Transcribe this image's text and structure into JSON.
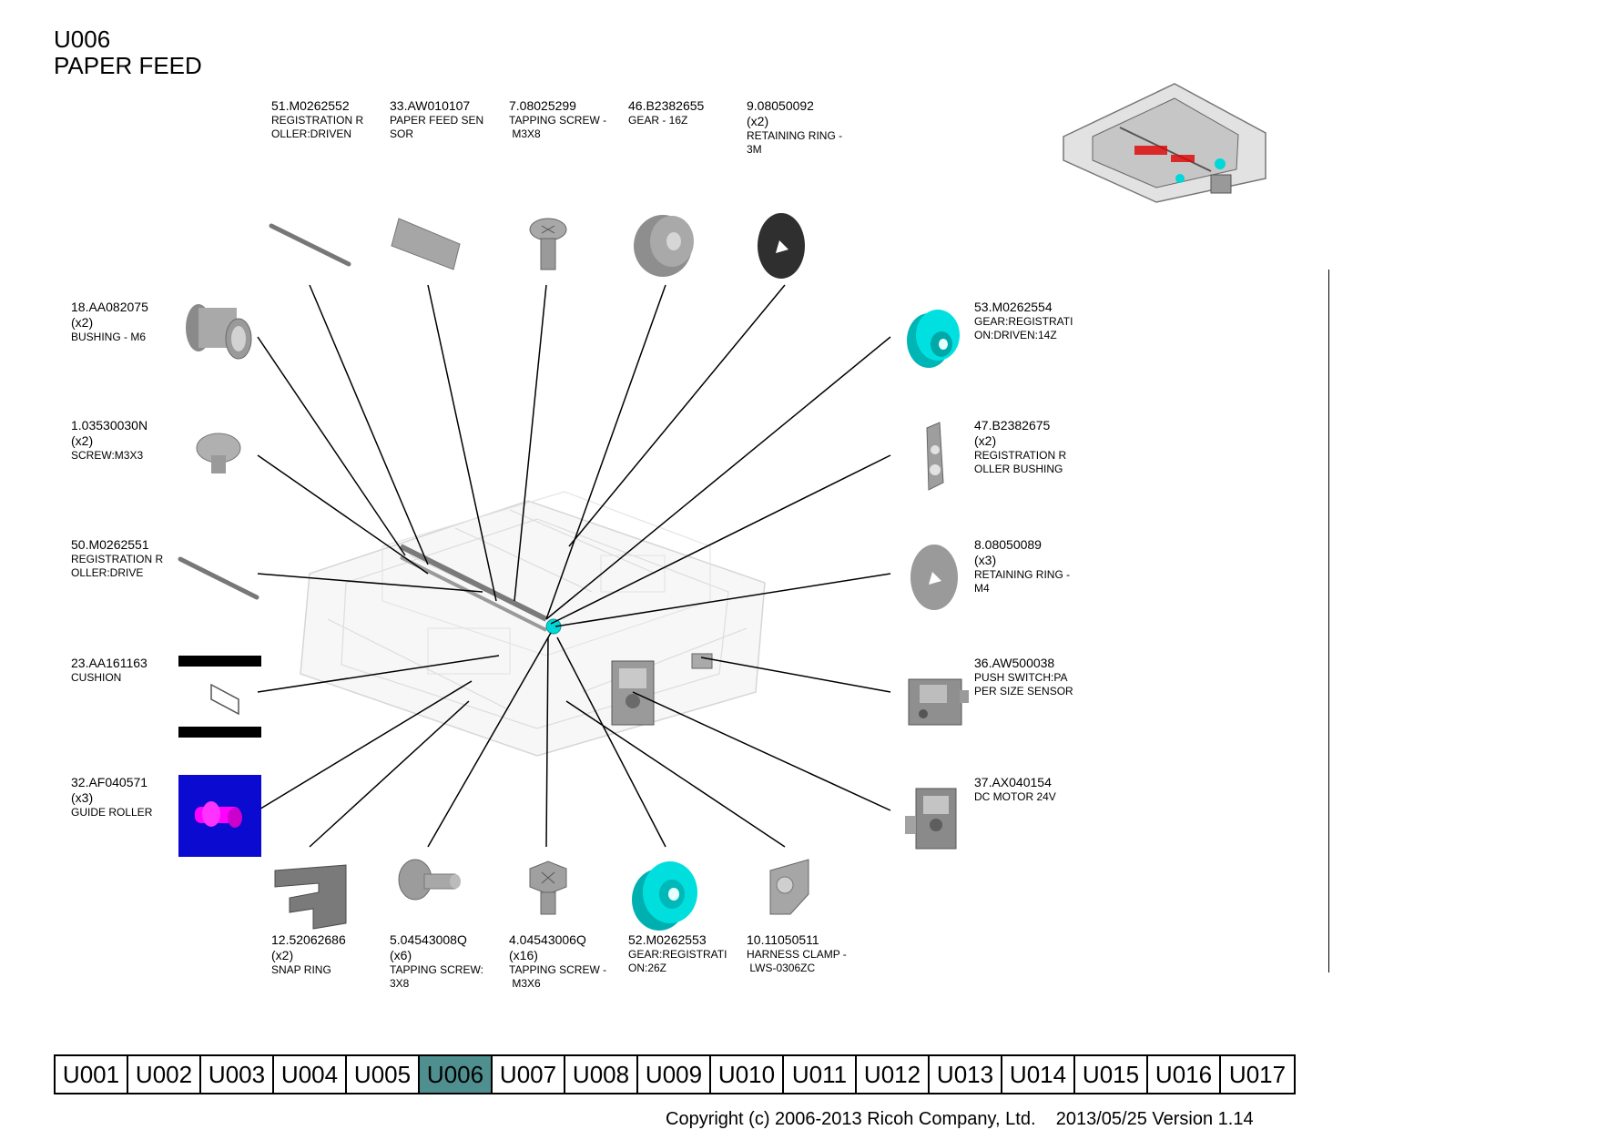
{
  "header": {
    "code": "U006",
    "title": "PAPER FEED"
  },
  "parts": [
    {
      "id": "p51",
      "number": "51.M0262552",
      "qty": "",
      "desc": [
        "REGISTRATION R",
        "OLLER:DRIVEN"
      ]
    },
    {
      "id": "p33",
      "number": "33.AW010107",
      "qty": "",
      "desc": [
        "PAPER FEED SEN",
        "SOR"
      ]
    },
    {
      "id": "p7",
      "number": "7.08025299",
      "qty": "",
      "desc": [
        "TAPPING SCREW -",
        " M3X8"
      ]
    },
    {
      "id": "p46",
      "number": "46.B2382655",
      "qty": "",
      "desc": [
        "GEAR - 16Z"
      ]
    },
    {
      "id": "p9",
      "number": "9.08050092",
      "qty": "(x2)",
      "desc": [
        "RETAINING RING -",
        "3M"
      ]
    },
    {
      "id": "p18",
      "number": "18.AA082075",
      "qty": "(x2)",
      "desc": [
        "BUSHING - M6"
      ]
    },
    {
      "id": "p1",
      "number": "1.03530030N",
      "qty": "(x2)",
      "desc": [
        "SCREW:M3X3"
      ]
    },
    {
      "id": "p50",
      "number": "50.M0262551",
      "qty": "",
      "desc": [
        "REGISTRATION R",
        "OLLER:DRIVE"
      ]
    },
    {
      "id": "p23",
      "number": "23.AA161163",
      "qty": "",
      "desc": [
        "CUSHION"
      ]
    },
    {
      "id": "p32",
      "number": "32.AF040571",
      "qty": "(x3)",
      "desc": [
        "GUIDE ROLLER"
      ]
    },
    {
      "id": "p53",
      "number": "53.M0262554",
      "qty": "",
      "desc": [
        "GEAR:REGISTRATI",
        "ON:DRIVEN:14Z"
      ]
    },
    {
      "id": "p47",
      "number": "47.B2382675",
      "qty": "(x2)",
      "desc": [
        "REGISTRATION R",
        "OLLER BUSHING"
      ]
    },
    {
      "id": "p8",
      "number": "8.08050089",
      "qty": "(x3)",
      "desc": [
        "RETAINING RING -",
        "M4"
      ]
    },
    {
      "id": "p36",
      "number": "36.AW500038",
      "qty": "",
      "desc": [
        "PUSH SWITCH:PA",
        "PER SIZE SENSOR"
      ]
    },
    {
      "id": "p37",
      "number": "37.AX040154",
      "qty": "",
      "desc": [
        "DC MOTOR 24V"
      ]
    },
    {
      "id": "p12",
      "number": "12.52062686",
      "qty": "(x2)",
      "desc": [
        "SNAP RING"
      ]
    },
    {
      "id": "p5",
      "number": "5.04543008Q",
      "qty": "(x6)",
      "desc": [
        "TAPPING SCREW:",
        "3X8"
      ]
    },
    {
      "id": "p4",
      "number": "4.04543006Q",
      "qty": "(x16)",
      "desc": [
        "TAPPING SCREW -",
        " M3X6"
      ]
    },
    {
      "id": "p52",
      "number": "52.M0262553",
      "qty": "",
      "desc": [
        "GEAR:REGISTRATI",
        "ON:26Z"
      ]
    },
    {
      "id": "p10",
      "number": "10.11050511",
      "qty": "",
      "desc": [
        "HARNESS CLAMP -",
        " LWS-0306ZC"
      ]
    }
  ],
  "nav": {
    "active": "U006",
    "tabs": [
      "U001",
      "U002",
      "U003",
      "U004",
      "U005",
      "U006",
      "U007",
      "U008",
      "U009",
      "U010",
      "U011",
      "U012",
      "U013",
      "U014",
      "U015",
      "U016",
      "U017"
    ]
  },
  "footer": {
    "copyright": "Copyright (c) 2006-2013 Ricoh Company, Ltd.    2013/05/25 Version 1.14"
  },
  "colors": {
    "accent_cyan": "#00d8d8",
    "active_tab": "#4f8f8f",
    "guide_roller_bg": "#0a0ad0",
    "guide_roller_part": "#ff00ff",
    "part_gray": "#8a8a8a"
  }
}
